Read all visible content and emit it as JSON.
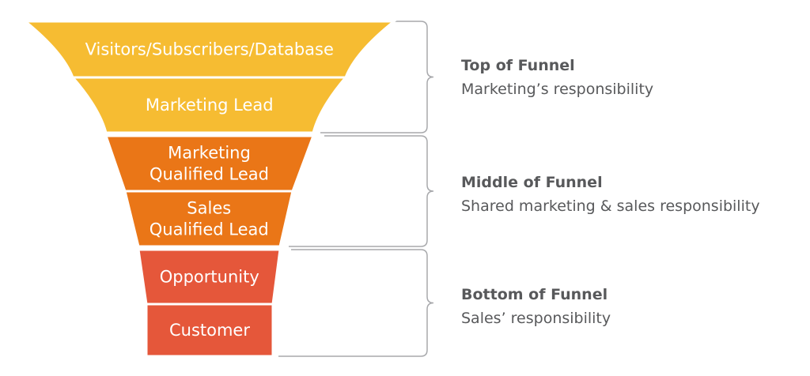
{
  "colors": {
    "top": "#f6bc32",
    "middle": "#ea7617",
    "bottom": "#e5573a",
    "bracket": "#a8a9ac",
    "text": "#58595b"
  },
  "funnel": {
    "segments": [
      {
        "lines": [
          "Visitors/Subscribers/Database"
        ],
        "group": "top"
      },
      {
        "lines": [
          "Marketing Lead"
        ],
        "group": "top"
      },
      {
        "lines": [
          "Marketing",
          "Qualified Lead"
        ],
        "group": "middle"
      },
      {
        "lines": [
          "Sales",
          "Qualified Lead"
        ],
        "group": "middle"
      },
      {
        "lines": [
          "Opportunity"
        ],
        "group": "bottom"
      },
      {
        "lines": [
          "Customer"
        ],
        "group": "bottom"
      }
    ]
  },
  "stages": [
    {
      "title": "Top of Funnel",
      "subtitle": "Marketing’s responsibility"
    },
    {
      "title": "Middle of Funnel",
      "subtitle": "Shared marketing & sales responsibility"
    },
    {
      "title": "Bottom of Funnel",
      "subtitle": "Sales’ responsibility"
    }
  ]
}
